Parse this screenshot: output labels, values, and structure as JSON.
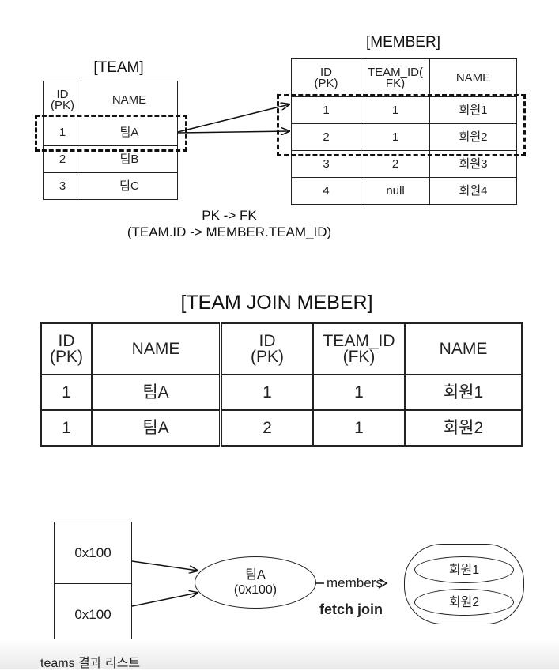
{
  "team_title": "[TEAM]",
  "member_title": "[MEMBER]",
  "team_table": {
    "headers": [
      "ID\n(PK)",
      "NAME"
    ],
    "rows": [
      [
        "1",
        "팀A"
      ],
      [
        "2",
        "팀B"
      ],
      [
        "3",
        "팀C"
      ]
    ]
  },
  "member_table": {
    "headers": [
      "ID\n(PK)",
      "TEAM_ID(\nFK)",
      "NAME"
    ],
    "rows": [
      [
        "1",
        "1",
        "회원1"
      ],
      [
        "2",
        "1",
        "회원2"
      ],
      [
        "3",
        "2",
        "회원3"
      ],
      [
        "4",
        "null",
        "회원4"
      ]
    ]
  },
  "relation_caption": {
    "line1": "PK -> FK",
    "line2": "(TEAM.ID -> MEMBER.TEAM_ID)"
  },
  "join_title": "[TEAM JOIN MEBER]",
  "join_table": {
    "headers": [
      "ID\n(PK)",
      "NAME",
      "ID\n(PK)",
      "TEAM_ID\n(FK)",
      "NAME"
    ],
    "rows": [
      [
        "1",
        "팀A",
        "1",
        "1",
        "회원1"
      ],
      [
        "1",
        "팀A",
        "2",
        "1",
        "회원2"
      ]
    ]
  },
  "result_list": {
    "cells": [
      "0x100",
      "0x100"
    ],
    "label": "teams 결과 리스트"
  },
  "team_object": {
    "line1": "팀A",
    "line2": "(0x100)"
  },
  "members_label": "members",
  "fetch_join_label": "fetch join",
  "member_objects": [
    "회원1",
    "회원2"
  ]
}
